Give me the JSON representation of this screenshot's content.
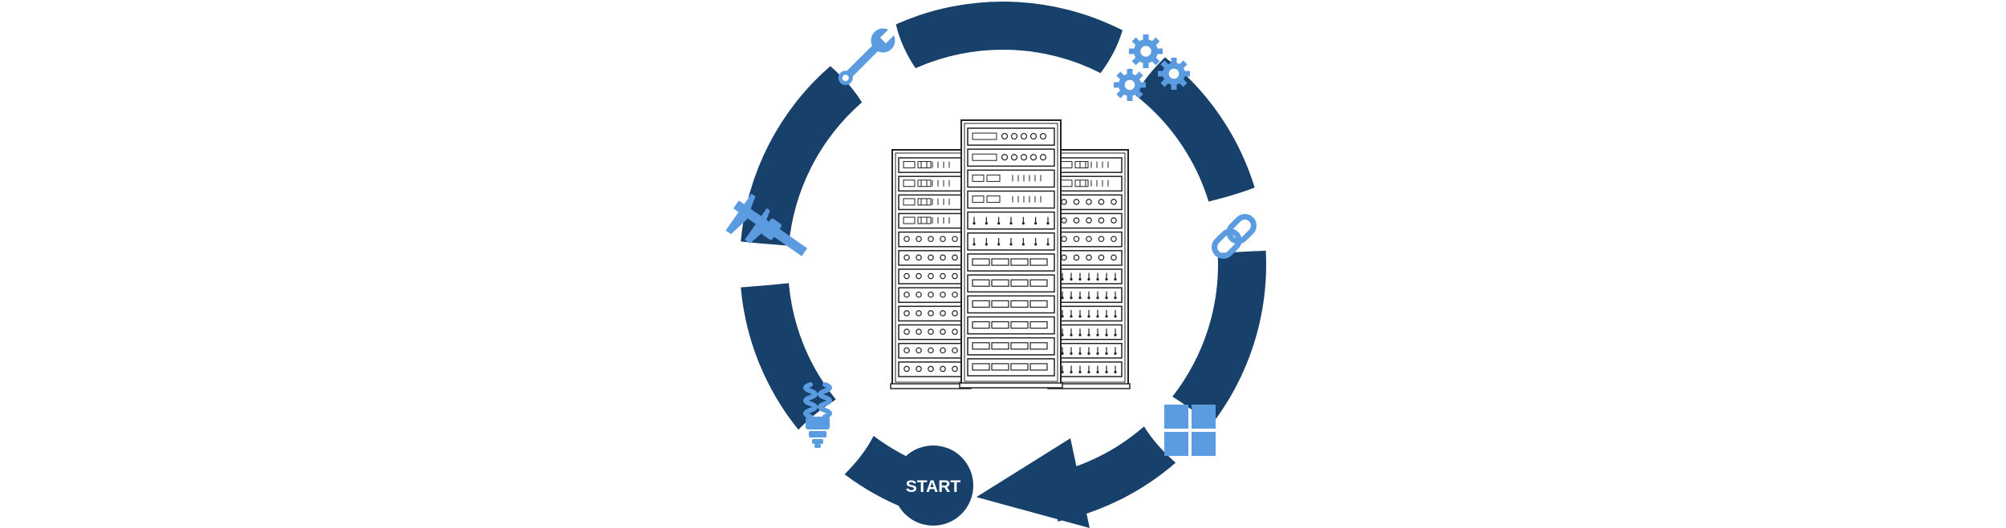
{
  "diagram": {
    "start_label": "START",
    "colors": {
      "cycle": "#17406b",
      "icon": "#5b9be0",
      "rack_stroke": "#222222",
      "background": "#ffffff"
    },
    "steps": [
      {
        "id": "start",
        "icon": "start-circle"
      },
      {
        "id": "lightbulb",
        "icon": "lightbulb-icon"
      },
      {
        "id": "caliper",
        "icon": "caliper-icon"
      },
      {
        "id": "wrench",
        "icon": "wrench-icon"
      },
      {
        "id": "gears",
        "icon": "gears-icon"
      },
      {
        "id": "link",
        "icon": "chain-link-icon"
      },
      {
        "id": "windows",
        "icon": "windows-icon"
      }
    ],
    "center": {
      "icon": "server-rack-icon"
    }
  }
}
